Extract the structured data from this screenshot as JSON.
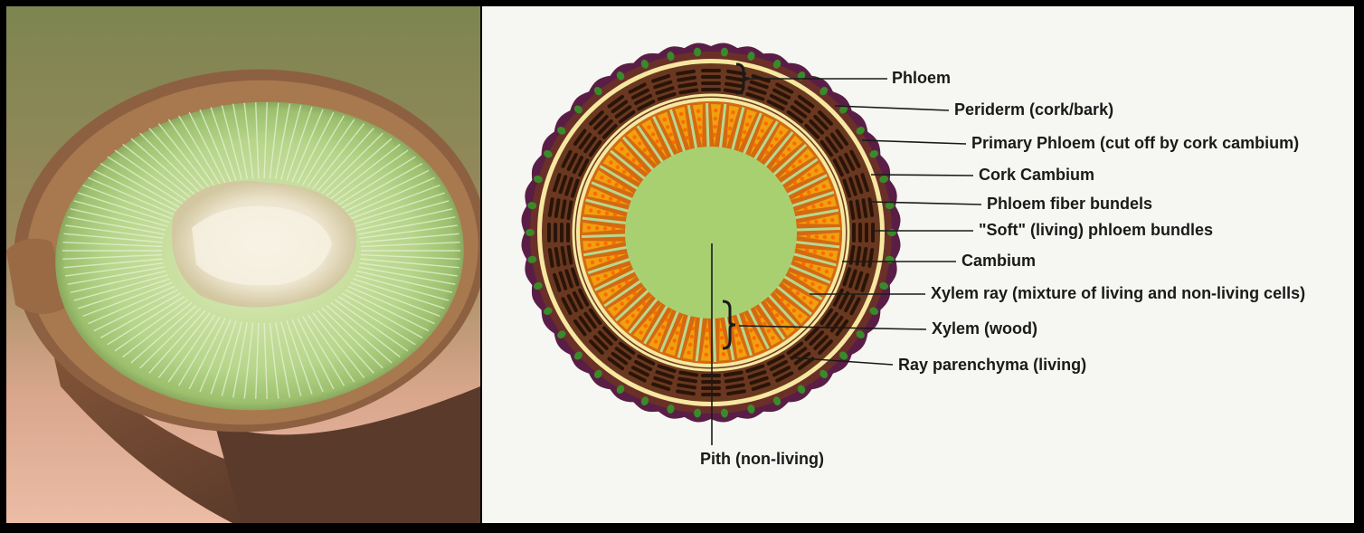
{
  "photo": {
    "description_icon": "stem-cross-section-photo",
    "colors": {
      "background_top": "#8a8f5a",
      "background_bottom": "#e8b49a",
      "bark": "#6b4a36",
      "wood_green": "#b8d890",
      "pith": "#efe9d8"
    }
  },
  "diagram": {
    "colors": {
      "periderm": "#5a1e46",
      "cortex_outer": "#6a3028",
      "phloem_fiber": "#2a1408",
      "soft_phloem": "#e0a020",
      "cambium": "#f6e8a0",
      "xylem": "#f0a010",
      "xylem_dots": "#ff6a00",
      "ray": "#b8d890",
      "pith": "#a8d070",
      "cork_cells": "#3a8a2a"
    },
    "labels": {
      "phloem": "Phloem",
      "periderm": "Periderm (cork/bark)",
      "primary_phloem": "Primary Phloem (cut off by cork cambium)",
      "cork_cambium": "Cork Cambium",
      "phloem_fiber": "Phloem fiber bundels",
      "soft_phloem": "\"Soft\" (living) phloem bundles",
      "cambium": "Cambium",
      "xylem_ray": "Xylem ray (mixture of living and non-living cells)",
      "xylem": "Xylem (wood)",
      "ray_parenchyma": "Ray parenchyma (living)",
      "pith": "Pith (non-living)"
    }
  }
}
